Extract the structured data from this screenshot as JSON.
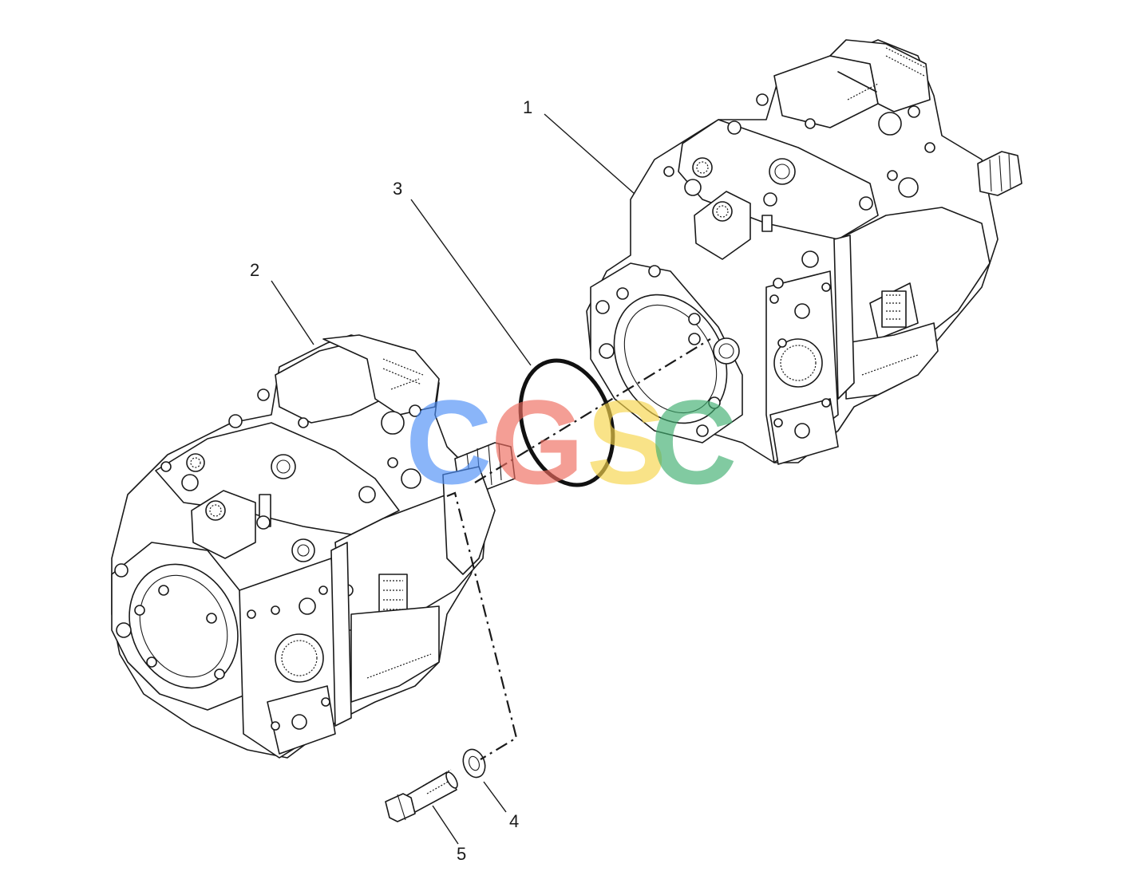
{
  "callouts": {
    "c1": "1",
    "c2": "2",
    "c3": "3",
    "c4": "4",
    "c5": "5"
  },
  "watermark": {
    "letters": [
      "C",
      "G",
      "S",
      "C"
    ],
    "colors": [
      "#4c8ef7",
      "#ef6b5e",
      "#f7d54a",
      "#3fae6f"
    ]
  },
  "icons": {
    "pump_main": "hydraulic-pump-main",
    "pump_secondary": "hydraulic-pump-secondary",
    "seal": "o-ring-seal",
    "washer": "washer",
    "bolt": "hex-bolt"
  }
}
